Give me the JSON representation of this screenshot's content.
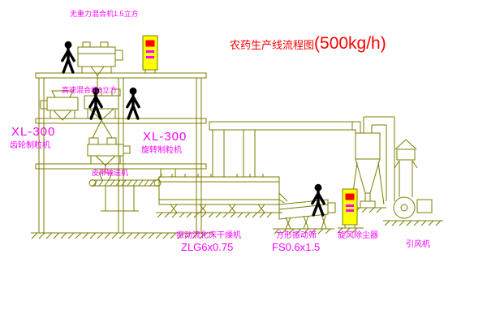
{
  "title": {
    "text": "农药生产线流程图",
    "capacity": "(500kg/h)"
  },
  "labels": {
    "top_mixer": "无重力混合机1.5立方",
    "high_speed_mixer": "高速混合机3立方",
    "granulator_left_model": "XL-300",
    "granulator_left_name": "齿轮制粒机",
    "granulator_mid_model": "XL-300",
    "granulator_mid_name": "旋转制粒机",
    "belt_conveyor": "皮带输送机",
    "dryer_name": "振动流化床干燥机",
    "dryer_model": "ZLG6x0.75",
    "sieve_name": "方形振动筛",
    "sieve_model": "FS0.6x1.5",
    "cyclone": "旋风除尘器",
    "fan": "引风机"
  },
  "colors": {
    "line": "#7d7d00",
    "label": "#ff00ff",
    "title": "#ff0000",
    "cabinet": "#ffff00",
    "button": "#ff0000",
    "figure": "#000000"
  }
}
